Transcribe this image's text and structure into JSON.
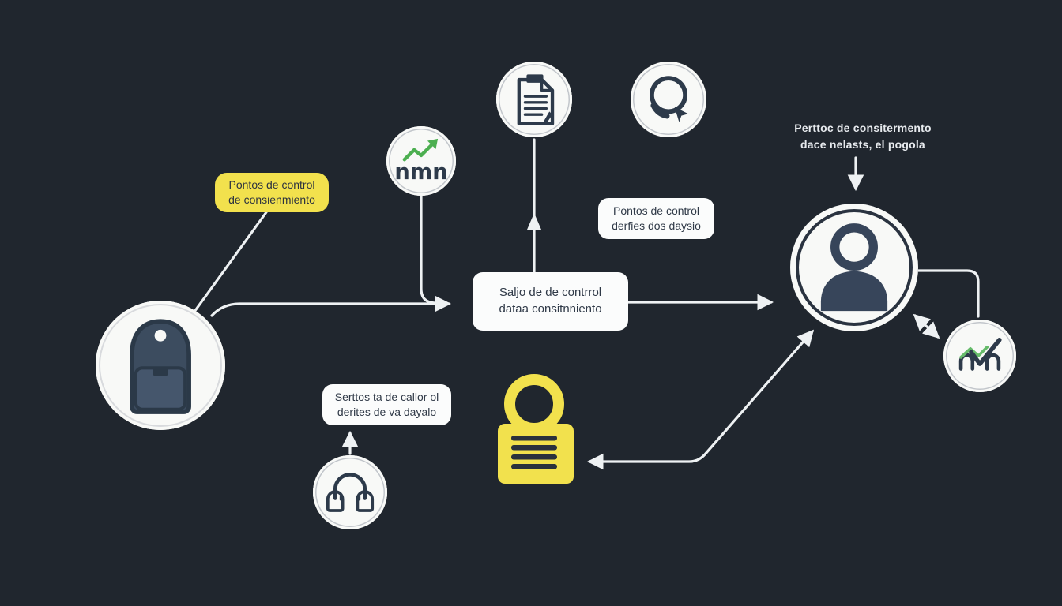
{
  "colors": {
    "background": "#20262e",
    "accent_yellow": "#f2e14d",
    "node_fill": "#f8f9f7",
    "icon_dark": "#37455a",
    "connector": "#eef1f3",
    "growth_green": "#4caf50"
  },
  "nodes": {
    "yellow_callout": {
      "line1": "Pontos de control",
      "line2": "de consienmiento"
    },
    "top_right_note": {
      "line1": "Perttoc de consitermento",
      "line2": "dace nelasts, el pogola"
    },
    "control_points_box": {
      "line1": "Pontos de control",
      "line2": "derfies dos daysio"
    },
    "center_box": {
      "line1": "Saljo de de contrrol",
      "line2": "dataa consitnniento"
    },
    "rights_box": {
      "line1": "Serttos ta de callor ol",
      "line2": "derites de va dayalo"
    }
  },
  "icons": {
    "growth_text": "nmn",
    "list": [
      "backpack-icon",
      "growth-chart-icon",
      "clipboard-icon",
      "magnifier-icon",
      "person-icon",
      "check-chart-icon",
      "headphones-icon",
      "padlock-icon"
    ]
  }
}
